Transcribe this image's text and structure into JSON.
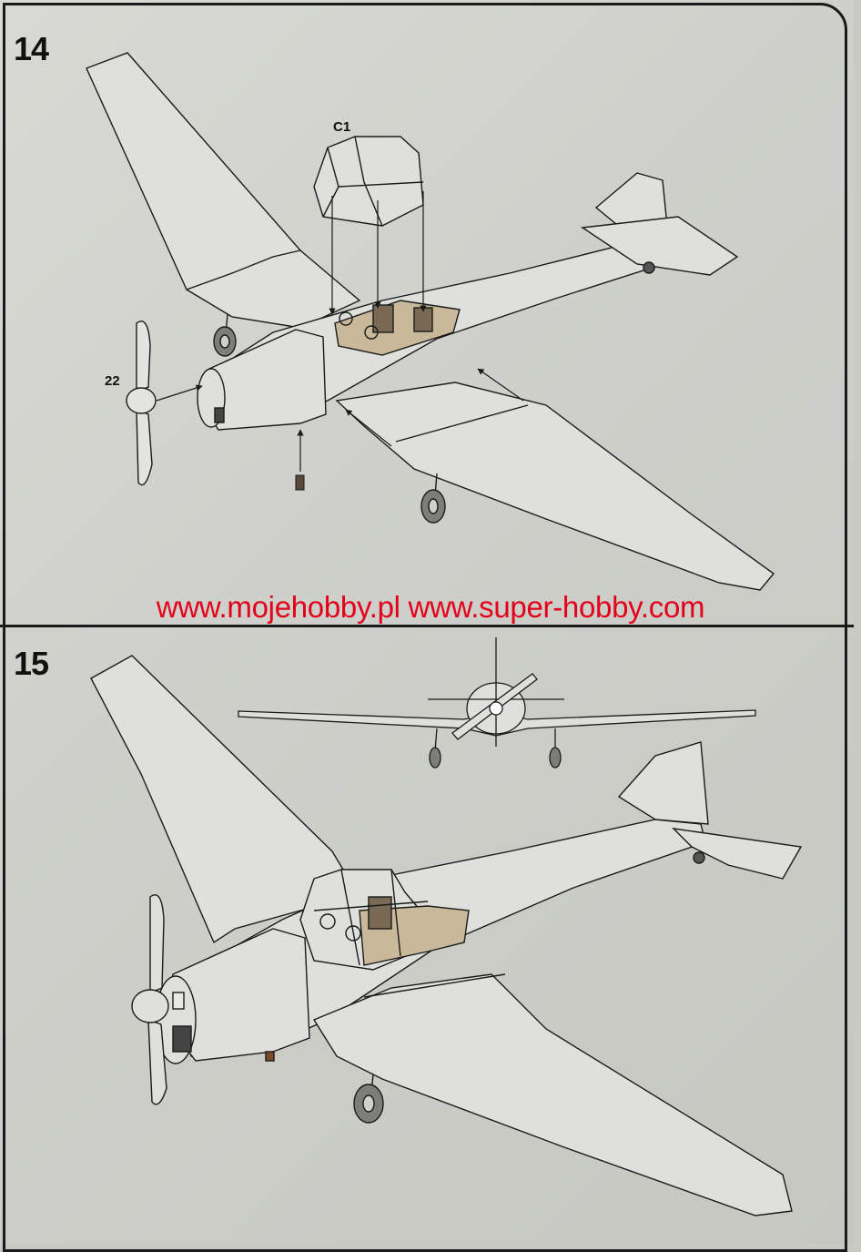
{
  "steps": [
    {
      "number": "14",
      "callouts": {
        "canopy_part": "C1",
        "propeller_part": "22"
      }
    },
    {
      "number": "15"
    }
  ],
  "watermark": "www.mojehobby.pl www.super-hobby.com",
  "colors": {
    "accent_red": "#e3001b",
    "line": "#1a1a1a",
    "paper": "#d3d4cf"
  }
}
